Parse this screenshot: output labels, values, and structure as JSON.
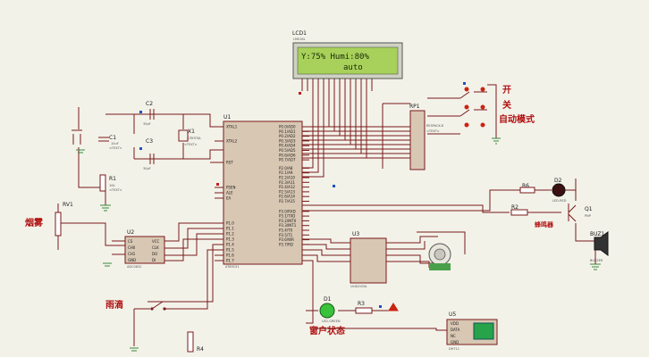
{
  "lcd": {
    "ref": "LCD1",
    "part": "LM016L",
    "line1": "Y:75% Humi:80%",
    "line2": "auto"
  },
  "u1": {
    "ref": "U1",
    "part": "AT89C51",
    "left_pins": [
      "XTAL1",
      "XTAL2",
      "RST",
      "PSEN",
      "ALE",
      "EA",
      "P1.0",
      "P1.1",
      "P1.2",
      "P1.3",
      "P1.4",
      "P1.5",
      "P1.6",
      "P1.7"
    ],
    "right_pins": [
      "P0.0/AD0",
      "P0.1/AD1",
      "P0.2/AD2",
      "P0.3/AD3",
      "P0.4/AD4",
      "P0.5/AD5",
      "P0.6/AD6",
      "P0.7/AD7",
      "P2.0/A8",
      "P2.1/A9",
      "P2.2/A10",
      "P2.3/A11",
      "P2.4/A12",
      "P2.5/A13",
      "P2.6/A14",
      "P2.7/A15",
      "P3.0/RXD",
      "P3.1/TXD",
      "P3.2/INT0",
      "P3.3/INT1",
      "P3.4/T0",
      "P3.5/T1",
      "P3.6/WR",
      "P3.7/RD"
    ]
  },
  "u2": {
    "ref": "U2",
    "part": "ADC0832",
    "pins_l": [
      "CS",
      "CH0",
      "CH1",
      "GND"
    ],
    "pins_r": [
      "VCC",
      "CLK",
      "DO",
      "DI"
    ]
  },
  "u3": {
    "ref": "U3",
    "part": "ULN2003A"
  },
  "u5": {
    "ref": "U5",
    "part": "DHT11",
    "pins": [
      "VDD",
      "DATA",
      "NC",
      "GND"
    ]
  },
  "rp1": {
    "ref": "RP1",
    "part": "RESPACK-8"
  },
  "c1": {
    "ref": "C1",
    "val": "10uF"
  },
  "c2": {
    "ref": "C2",
    "val": "30pF"
  },
  "c3": {
    "ref": "C3",
    "val": "30pF"
  },
  "x1": {
    "ref": "X1",
    "part": "CRYSTAL"
  },
  "r1": {
    "ref": "R1",
    "val": "10k"
  },
  "rv1": {
    "ref": "RV1"
  },
  "r2": {
    "ref": "R2"
  },
  "r3": {
    "ref": "R3"
  },
  "r4": {
    "ref": "R4"
  },
  "r6": {
    "ref": "R6"
  },
  "d1": {
    "ref": "D1",
    "part": "LED-GREEN"
  },
  "d2": {
    "ref": "D2",
    "part": "LED-RED"
  },
  "q1": {
    "ref": "Q1",
    "part": "PNP"
  },
  "buz": {
    "ref": "BUZ1",
    "part": "BUZZER"
  },
  "text_hint": "<TEXT>",
  "labels": {
    "open": "开",
    "close": "关",
    "auto": "自动模式",
    "smoke": "烟雾",
    "rain": "雨滴",
    "window": "窗户状态",
    "buzzer": "蜂鸣器"
  },
  "colors": {
    "wire": "#7a1a1a",
    "ground": "#3a8a3a",
    "chip": "#d8c7b3",
    "lcd": "#a7d15a",
    "label": "#b01010",
    "background": "#f3f2e9"
  }
}
